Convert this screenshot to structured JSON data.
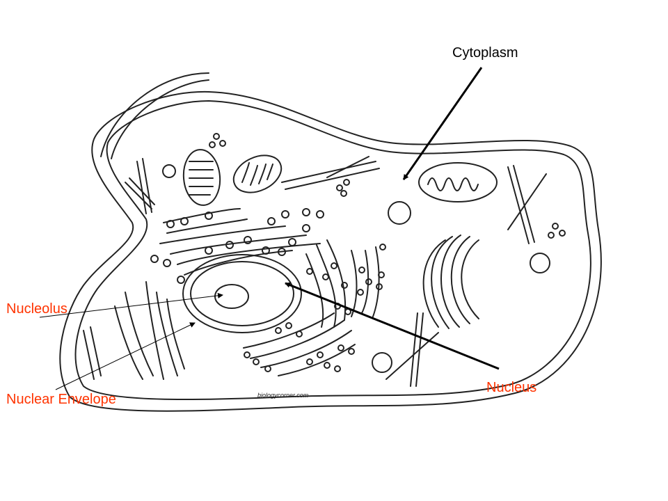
{
  "labels": {
    "cytoplasm": "Cytoplasm",
    "nucleolus": "Nucleolus",
    "nuclear_envelope": "Nuclear Envelope",
    "nucleus": "Nucleus"
  },
  "credit": "biologycorner.com",
  "colors": {
    "label_accent": "#ff3300",
    "label_default": "#000000",
    "line_art": "#222222"
  }
}
